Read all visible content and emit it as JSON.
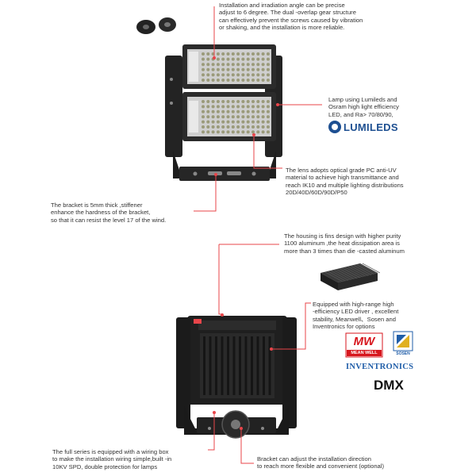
{
  "callouts": {
    "installation": "Installation and irradiation angle can be precise\nadjust to 6 degree. The dual -overlap gear structure\ncan effectively prevent the screws caused by vibration\nor shaking, and the installation is more reliable.",
    "lamp": "Lamp using Lumileds and\nOsram high light efficiency\nLED, and Ra> 70/80/90,",
    "lens": "The lens adopts optical grade PC anti-UV\nmaterial to achieve high transmittance and\nreach IK10  and multiple lighting distributions\n20D/40D/60D/90D/P50",
    "bracket": "The bracket is 5mm thick ,stiffener\nenhance the hardness of the bracket,\nso that it can resist the level 17 of the wind.",
    "housing": "The housing is fins design with higher purity\n1100 aluminum ,the heat dissipation area is\nmore than 3 times than die -casted aluminum",
    "driver": "Equipped with high-range high\n-efficiency LED driver , excellent\nstability, Meanwell、Sosen and\nInventronics for options",
    "wiring": "The full series is equipped with a wiring box\nto make the installation wiring simple,built -in\n10KV SPD, double protection for lamps",
    "bracket_adjust": "Bracket can adjust the installation direction\nto reach more flexible and convenient (optional)"
  },
  "logos": {
    "lumileds": "LUMILEDS",
    "meanwell_mw": "MW",
    "meanwell_name": "MEAN WELL",
    "sosen": "SOSEN",
    "inventronics": "INVENTRONICS",
    "dmx": "DMX"
  },
  "colors": {
    "leader_line": "#e8454a",
    "lumileds_blue": "#1d4f91",
    "meanwell_red": "#d7161d",
    "inventronics_blue": "#1f5da8",
    "housing_dark": "#1f1f1f"
  }
}
